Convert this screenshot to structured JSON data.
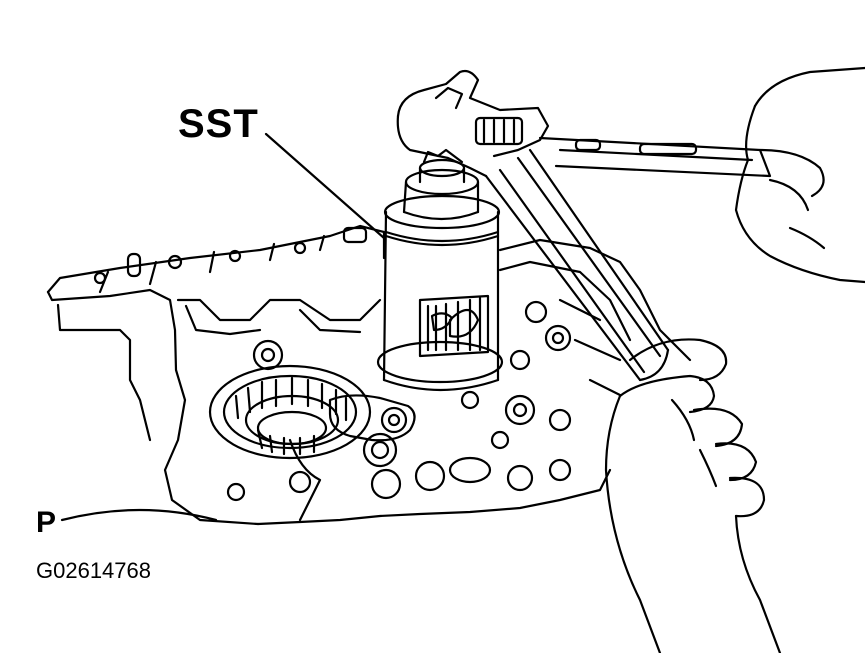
{
  "labels": {
    "tool_callout": "SST",
    "corner_mark": "P",
    "figure_code": "G02614768"
  },
  "colors": {
    "line": "#000000",
    "background": "#ffffff"
  }
}
